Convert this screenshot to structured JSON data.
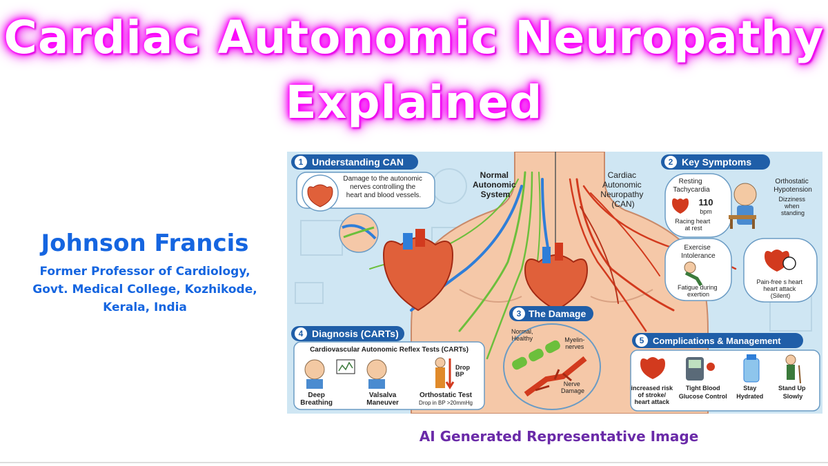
{
  "title": {
    "line1": "Cardiac Autonomic Neuropathy",
    "line2": "Explained"
  },
  "author": {
    "name": "Johnson Francis",
    "affiliation_line1": "Former Professor of Cardiology,",
    "affiliation_line2": "Govt. Medical College, Kozhikode,",
    "affiliation_line3": "Kerala, India"
  },
  "caption": "AI Generated Representative Image",
  "infographic": {
    "normal_label": [
      "Normal",
      "Autonomic",
      "System"
    ],
    "can_label": [
      "Cardiac",
      "Autonomic",
      "Neuropathy",
      "(CAN)"
    ],
    "sections": {
      "understanding": {
        "number": "1",
        "title": "Understanding CAN",
        "text": [
          "Damage to the autonomic",
          "nerves controlling the",
          "heart and blood vessels."
        ]
      },
      "symptoms": {
        "number": "2",
        "title": "Key Symptoms",
        "tachy": [
          "Resting",
          "Tachycardia"
        ],
        "bpm_value": "110",
        "bpm_unit": "bpm",
        "tachy_sub": [
          "Racing heart",
          "at rest"
        ],
        "ortho": [
          "Orthostatic",
          "Hypotension"
        ],
        "ortho_sub": [
          "Dizziness",
          "when",
          "standing"
        ],
        "exercise": [
          "Exercise",
          "Intolerance"
        ],
        "exercise_sub": [
          "Fatigue during",
          "exertion"
        ],
        "painfree": [
          "Pain-free s heart",
          "heart attack",
          "(Silent)"
        ]
      },
      "damage": {
        "number": "3",
        "title": "The Damage",
        "normal": [
          "Normal,",
          "Healthy"
        ],
        "myelin": [
          "Myelin-",
          "nerves"
        ],
        "nerve": [
          "Nerve",
          "Damage"
        ]
      },
      "diagnosis": {
        "number": "4",
        "title": "Diagnosis (CARTs)",
        "subtitle": "Cardiovascular Autonomic Reflex Tests (CARTs)",
        "drop_bp": [
          "Drop",
          "BP"
        ],
        "deep": [
          "Deep",
          "Breathing"
        ],
        "valsalva": [
          "Valsalva",
          "Maneuver"
        ],
        "ortho_test": "Orthostatic Test",
        "ortho_test_sub": "Drop in BP >20mmHg"
      },
      "complications": {
        "number": "5",
        "title": "Complications & Management",
        "items": [
          [
            "increased risk",
            "of stroke/",
            "heart attack"
          ],
          [
            "Tight Blood",
            "Glucose Control"
          ],
          [
            "Stay",
            "Hydrated"
          ],
          [
            "Stand Up",
            "Slowly"
          ]
        ]
      }
    }
  },
  "colors": {
    "title_glow": "#ff00ff",
    "author_blue": "#1565e0",
    "caption_purple": "#6a2aa8",
    "badge_blue": "#1f5ea8",
    "nerve_red": "#d23a1e",
    "nerve_green": "#6cbf3c",
    "vessel_blue": "#2f7ed8"
  }
}
